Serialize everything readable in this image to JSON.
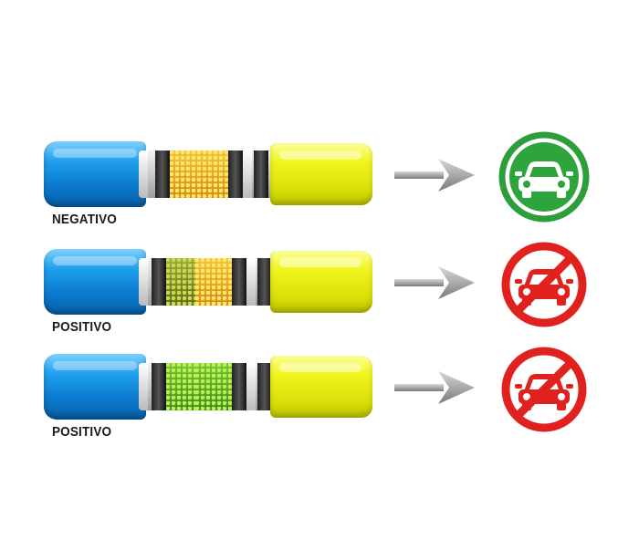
{
  "rows": [
    {
      "label": "NEGATIVO",
      "result_icon": "car-allowed-icon",
      "result_color": "#2e9e3a",
      "sample": "gold"
    },
    {
      "label": "POSITIVO",
      "result_icon": "car-prohibited-icon",
      "result_color": "#e0211d",
      "sample": "mixed"
    },
    {
      "label": "POSITIVO",
      "result_icon": "car-prohibited-icon",
      "result_color": "#e0211d",
      "sample": "green"
    }
  ],
  "colors": {
    "cap_left": "#1fa0ee",
    "cap_right": "#f1f51d",
    "arrow": "#8a8a8a"
  }
}
